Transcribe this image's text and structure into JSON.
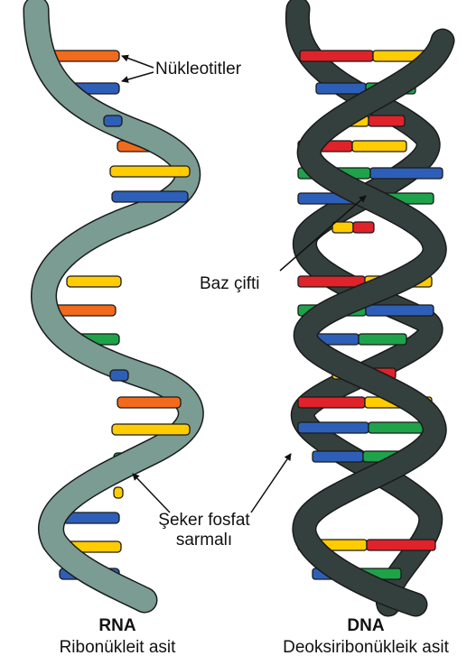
{
  "labels": {
    "nucleotides": "Nükleotitler",
    "base_pair": "Baz çifti",
    "backbone_line1": "Şeker fosfat",
    "backbone_line2": "sarmalı"
  },
  "captions": {
    "rna_title": "RNA",
    "rna_subtitle": "Ribonükleit asit",
    "dna_title": "DNA",
    "dna_subtitle": "Deoksiribonükleik asit"
  },
  "colors": {
    "orange": "#f26a1b",
    "yellow": "#ffcc00",
    "blue": "#2e5fb8",
    "green": "#1ea24a",
    "red": "#e0222b",
    "rna_backbone": "#7a9c93",
    "dna_backbone": "#34403d",
    "outline": "#1a1a1a"
  },
  "rna_bases": [
    "orange",
    "blue",
    "blue",
    "orange",
    "yellow",
    "blue",
    "green",
    "yellow",
    "orange",
    "green",
    "blue",
    "orange",
    "yellow",
    "green",
    "yellow",
    "blue",
    "yellow",
    "blue"
  ],
  "dna_pairs": [
    [
      "red",
      "yellow"
    ],
    [
      "blue",
      "green"
    ],
    [
      "yellow",
      "red"
    ],
    [
      "red",
      "yellow"
    ],
    [
      "green",
      "blue"
    ],
    [
      "blue",
      "green"
    ],
    [
      "yellow",
      "red"
    ],
    [
      "red",
      "yellow"
    ],
    [
      "green",
      "blue"
    ],
    [
      "blue",
      "green"
    ],
    [
      "yellow",
      "red"
    ],
    [
      "red",
      "yellow"
    ],
    [
      "blue",
      "green"
    ],
    [
      "blue",
      "green"
    ],
    [
      "yellow",
      "red"
    ],
    [
      "blue",
      "green"
    ]
  ]
}
